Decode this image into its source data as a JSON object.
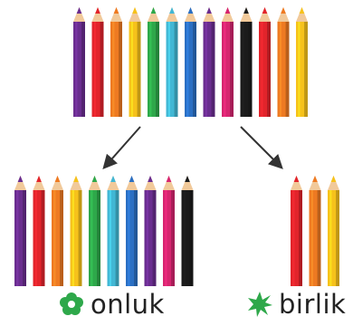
{
  "pencil_colors": {
    "purple": "#6a2d8f",
    "red": "#e2242b",
    "orange": "#ee7a22",
    "yellow": "#f6c21b",
    "green": "#2ea84a",
    "cyan": "#41b7d4",
    "blue": "#2a6fc3",
    "magenta": "#d6256f",
    "black": "#1b1b1b"
  },
  "top_group": {
    "colors": [
      "purple",
      "red",
      "orange",
      "yellow",
      "green",
      "cyan",
      "blue",
      "purple",
      "magenta",
      "black",
      "red",
      "orange",
      "yellow"
    ]
  },
  "left_group": {
    "colors": [
      "purple",
      "red",
      "orange",
      "yellow",
      "green",
      "cyan",
      "blue",
      "purple",
      "magenta",
      "black"
    ],
    "label": "onluk",
    "icon": "flower-icon",
    "icon_color": "#2ea84a"
  },
  "right_group": {
    "colors": [
      "red",
      "orange",
      "yellow"
    ],
    "label": "birlik",
    "icon": "star-burst-icon",
    "icon_color": "#2ea84a"
  },
  "arrow_color": "#333333"
}
